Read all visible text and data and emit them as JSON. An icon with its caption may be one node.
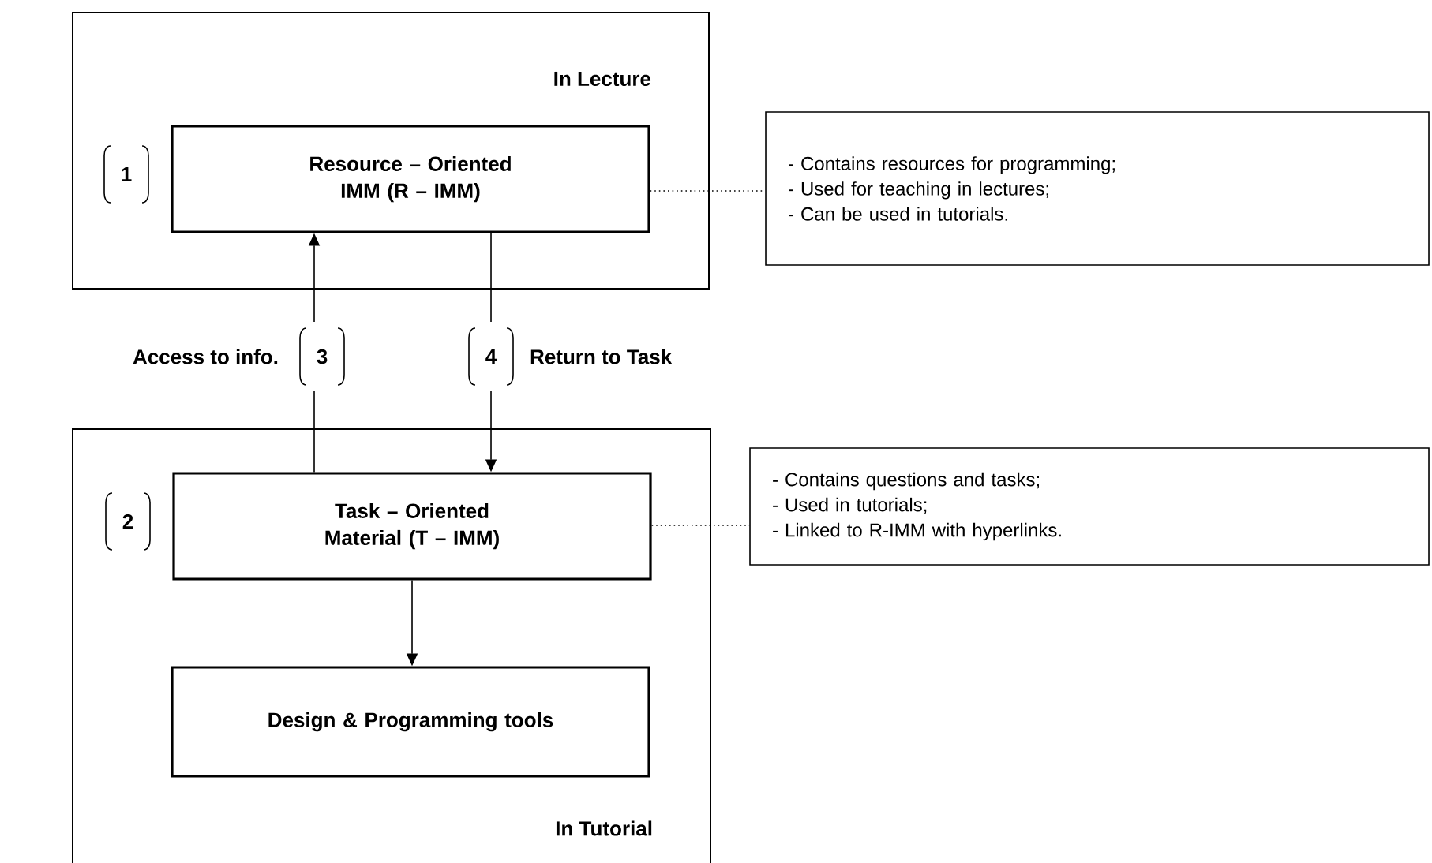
{
  "diagram": {
    "nodes": [
      {
        "text": [
          "In Lecture"
        ]
      },
      {
        "text": [
          "Resource – Oriented IMM (R – IMM)"
        ],
        "in": 0,
        "beside": [
          "1"
        ]
      },
      {
        "text": [
          "-  Contains resources for programming;",
          "-  Used for teaching in lectures;",
          "-  Can be used in tutorials."
        ]
      },
      {
        "text": [
          "In Tutorial"
        ]
      },
      {
        "text": [
          "Task – Oriented Material (T – IMM)"
        ],
        "in": 3,
        "beside": [
          "2"
        ]
      },
      {
        "text": [
          "-  Contains questions and tasks;",
          "-  Used in tutorials;",
          "-  Linked to R-IMM with hyperlinks."
        ]
      },
      {
        "text": [
          "Design & Programming tools"
        ],
        "in": 3
      }
    ],
    "edges": [
      {
        "from": 4,
        "to": 1,
        "arrow": "to",
        "label": "Access to info."
      },
      {
        "from": 1,
        "to": 4,
        "arrow": "to",
        "label": "Return to Task"
      },
      {
        "from": 1,
        "to": 2,
        "arrow": "none",
        "style": "dashed"
      },
      {
        "from": 4,
        "to": 5,
        "arrow": "none",
        "style": "dashed"
      },
      {
        "from": 4,
        "to": 6,
        "arrow": "to"
      }
    ],
    "labels": [
      "3",
      "4"
    ]
  }
}
